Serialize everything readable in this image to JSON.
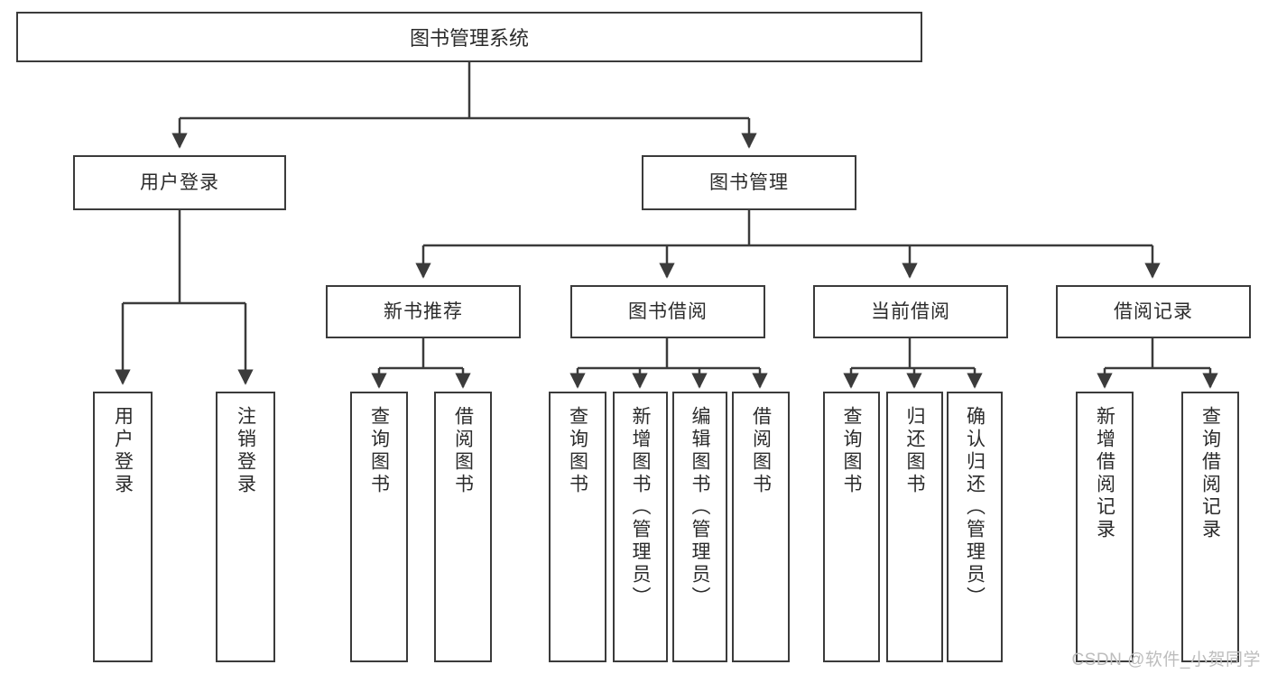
{
  "diagram": {
    "title": "图书管理系统",
    "type": "tree",
    "stroke_color": "#3b3b3b",
    "box_fill": "#ffffff",
    "text_color": "#2b2b2b"
  },
  "nodes": {
    "root": {
      "label": "图书管理系统"
    },
    "level2": [
      {
        "label": "用户登录"
      },
      {
        "label": "图书管理"
      }
    ],
    "level3": [
      {
        "label": "新书推荐"
      },
      {
        "label": "图书借阅"
      },
      {
        "label": "当前借阅"
      },
      {
        "label": "借阅记录"
      }
    ],
    "leaves_user_login": [
      {
        "label": "用户登录"
      },
      {
        "label": "注销登录"
      }
    ],
    "leaves_new_book": [
      {
        "label": "查询图书"
      },
      {
        "label": "借阅图书"
      }
    ],
    "leaves_borrow": [
      {
        "label": "查询图书"
      },
      {
        "label": "新增图书（管理员）"
      },
      {
        "label": "编辑图书（管理员）"
      },
      {
        "label": "借阅图书"
      }
    ],
    "leaves_current": [
      {
        "label": "查询图书"
      },
      {
        "label": "归还图书"
      },
      {
        "label": "确认归还（管理员）"
      }
    ],
    "leaves_record": [
      {
        "label": "新增借阅记录"
      },
      {
        "label": "查询借阅记录"
      }
    ]
  },
  "watermark": {
    "text": "CSDN @软件_小贺同学"
  }
}
